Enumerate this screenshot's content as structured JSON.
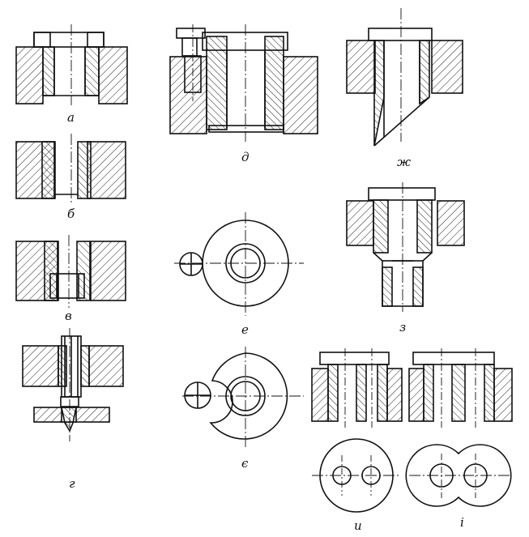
{
  "figure": {
    "panels": [
      {
        "id": "a",
        "label": "а"
      },
      {
        "id": "b",
        "label": "б"
      },
      {
        "id": "v",
        "label": "в"
      },
      {
        "id": "g",
        "label": "г"
      },
      {
        "id": "d",
        "label": "д"
      },
      {
        "id": "e1",
        "label": "е"
      },
      {
        "id": "e2",
        "label": "є"
      },
      {
        "id": "zh",
        "label": "ж"
      },
      {
        "id": "z",
        "label": "з"
      },
      {
        "id": "y",
        "label": "и"
      },
      {
        "id": "i",
        "label": "і"
      }
    ]
  }
}
